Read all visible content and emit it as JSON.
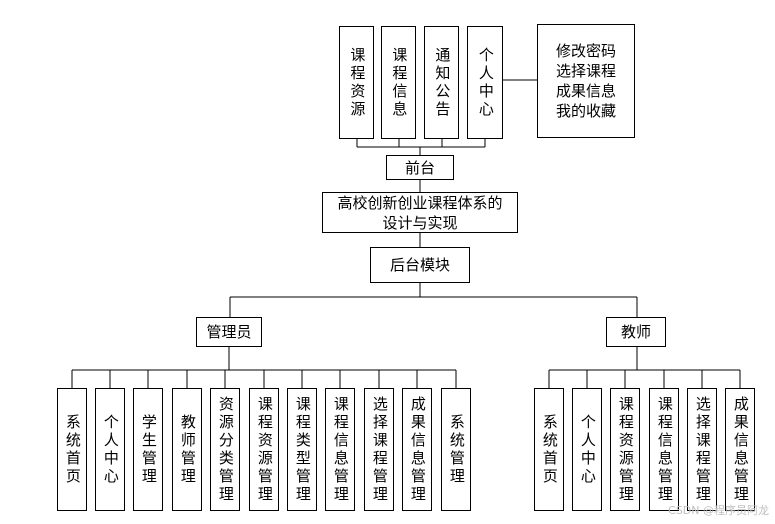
{
  "frontend": {
    "items": [
      "课程资源",
      "课程信息",
      "通知公告",
      "个人中心"
    ],
    "personal_center_sub": [
      "修改密码",
      "选择课程",
      "成果信息",
      "我的收藏"
    ],
    "label": "前台"
  },
  "system": {
    "title_line1": "高校创新创业课程体系的",
    "title_line2": "设计与实现"
  },
  "backend": {
    "label": "后台模块",
    "admin": {
      "label": "管理员",
      "items": [
        "系统首页",
        "个人中心",
        "学生管理",
        "教师管理",
        "资源分类管理",
        "课程资源管理",
        "课程类型管理",
        "课程信息管理",
        "选择课程管理",
        "成果信息管理",
        "系统管理"
      ]
    },
    "teacher": {
      "label": "教师",
      "items": [
        "系统首页",
        "个人中心",
        "课程资源管理",
        "课程信息管理",
        "选择课程管理",
        "成果信息管理"
      ]
    }
  },
  "watermark": "CSDN @程序员阿龙"
}
